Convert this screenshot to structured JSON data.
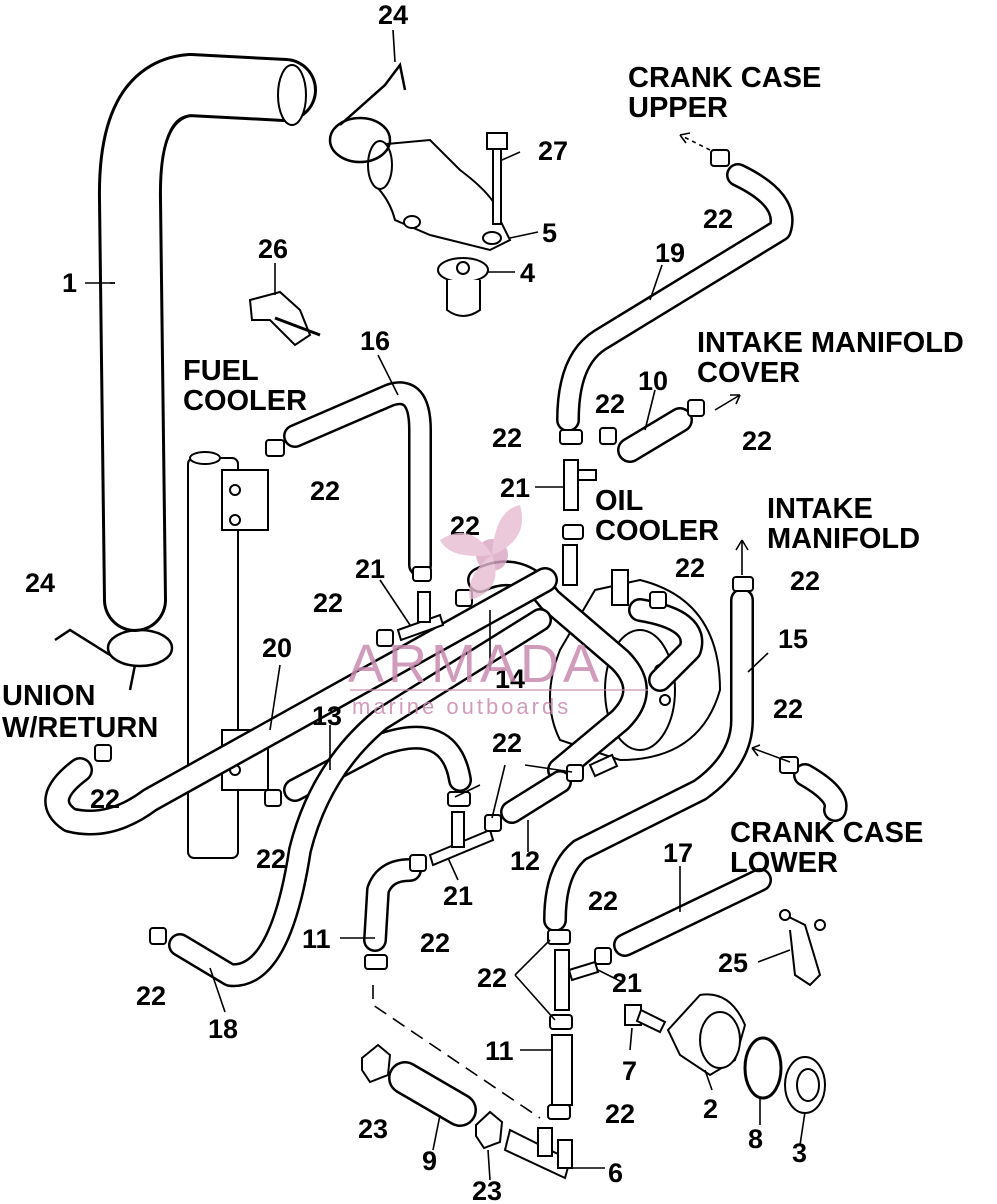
{
  "part_numbers": {
    "p1": "1",
    "p2": "2",
    "p3": "3",
    "p4": "4",
    "p5": "5",
    "p6": "6",
    "p7": "7",
    "p8": "8",
    "p9": "9",
    "p10": "10",
    "p11": "11",
    "p12": "12",
    "p13": "13",
    "p14": "14",
    "p15": "15",
    "p16": "16",
    "p17": "17",
    "p18": "18",
    "p19": "19",
    "p20": "20",
    "p21": "21",
    "p22": "22",
    "p23": "23",
    "p24": "24",
    "p25": "25",
    "p26": "26",
    "p27": "27"
  },
  "labels": {
    "crank_case_upper_1": "CRANK CASE",
    "crank_case_upper_2": "UPPER",
    "intake_manifold_cover_1": "INTAKE MANIFOLD",
    "intake_manifold_cover_2": "COVER",
    "fuel_cooler_1": "FUEL",
    "fuel_cooler_2": "COOLER",
    "oil_cooler_1": "OIL",
    "oil_cooler_2": "COOLER",
    "intake_manifold_1": "INTAKE",
    "intake_manifold_2": "MANIFOLD",
    "union_return_1": "UNION",
    "union_return_2": "W/RETURN",
    "crank_case_lower_1": "CRANK CASE",
    "crank_case_lower_2": "LOWER"
  },
  "watermark": {
    "title": "ARMADA",
    "subtitle": "marine outboards"
  },
  "colors": {
    "line": "#000000",
    "background": "#ffffff",
    "watermark": "#c98bb0"
  }
}
